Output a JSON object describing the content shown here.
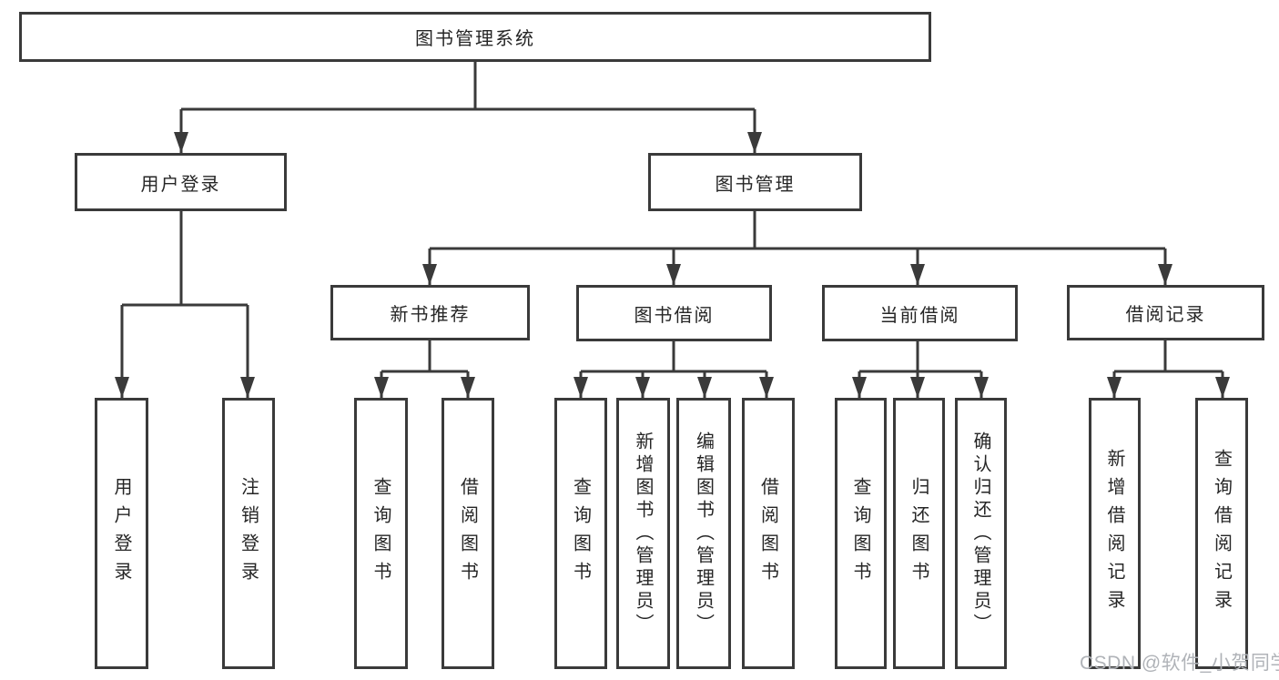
{
  "diagram": {
    "root": {
      "label": "图书管理系统",
      "children": [
        {
          "label": "用户登录",
          "children": [
            {
              "label": "用户登录"
            },
            {
              "label": "注销登录"
            }
          ]
        },
        {
          "label": "图书管理",
          "children": [
            {
              "label": "新书推荐",
              "children": [
                {
                  "label": "查询图书"
                },
                {
                  "label": "借阅图书"
                }
              ]
            },
            {
              "label": "图书借阅",
              "children": [
                {
                  "label": "查询图书"
                },
                {
                  "label": "新增图书（管理员）"
                },
                {
                  "label": "编辑图书（管理员）"
                },
                {
                  "label": "借阅图书"
                }
              ]
            },
            {
              "label": "当前借阅",
              "children": [
                {
                  "label": "查询图书"
                },
                {
                  "label": "归还图书"
                },
                {
                  "label": "确认归还（管理员）"
                }
              ]
            },
            {
              "label": "借阅记录",
              "children": [
                {
                  "label": "新增借阅记录"
                },
                {
                  "label": "查询借阅记录"
                }
              ]
            }
          ]
        }
      ]
    },
    "watermark": "CSDN @软件_小贺同学",
    "colors": {
      "line": "#3a3a3a",
      "text": "#262626",
      "watermark": "#b0b3b8",
      "background": "#ffffff"
    }
  }
}
